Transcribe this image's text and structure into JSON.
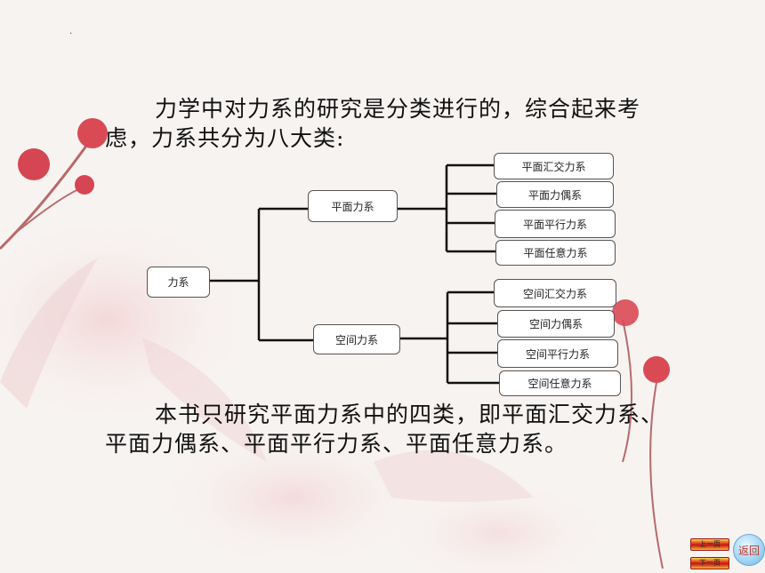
{
  "intro_text": "力学中对力系的研究是分类进行的，综合起来考虑，力系共分为八大类:",
  "root": "力系",
  "branches": {
    "planar": {
      "label": "平面力系",
      "children": [
        "平面汇交力系",
        "平面力偶系",
        "平面平行力系",
        "平面任意力系"
      ]
    },
    "spatial": {
      "label": "空间力系",
      "children": [
        "空间汇交力系",
        "空间力偶系",
        "空间平行力系",
        "空间任意力系"
      ]
    }
  },
  "summary_text": "本书只研究平面力系中的四类，即平面汇交力系、平面力偶系、平面平行力系、平面任意力系。",
  "nav": {
    "prev": "上一页",
    "next": "下一页",
    "back": "返回"
  },
  "colors": {
    "flower": "#d94a55",
    "background": "#f7f3f1",
    "back_button": "#9fd3f3"
  }
}
